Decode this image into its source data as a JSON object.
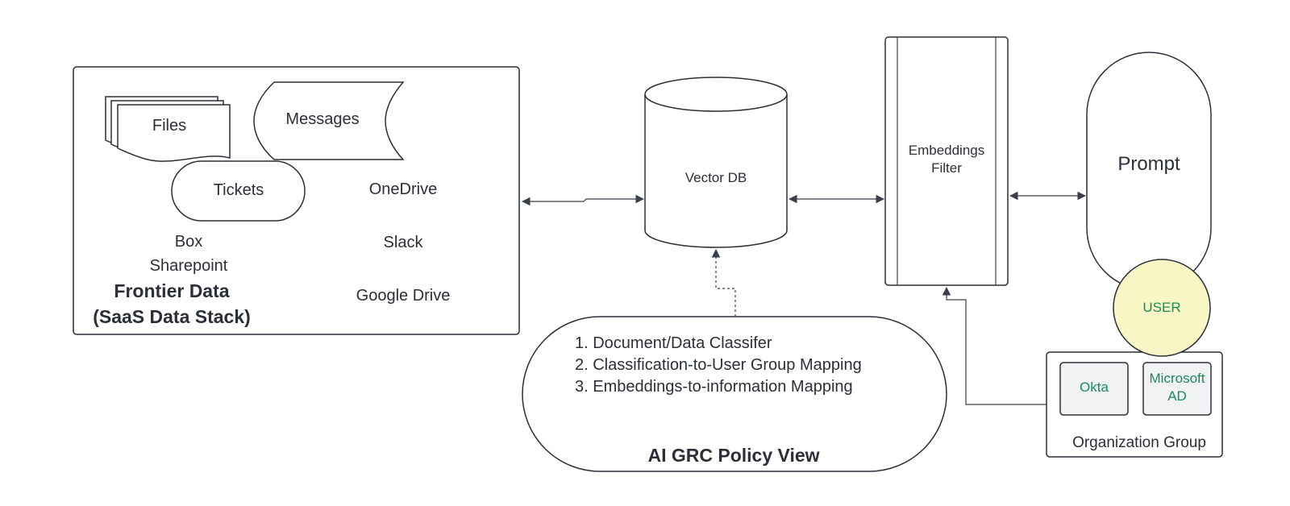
{
  "frontier": {
    "files": "Files",
    "messages": "Messages",
    "tickets": "Tickets",
    "onedrive": "OneDrive",
    "box": "Box",
    "sharepoint": "Sharepoint",
    "slack": "Slack",
    "google_drive": "Google Drive",
    "title_line1": "Frontier Data",
    "title_line2": "(SaaS Data Stack)"
  },
  "vector_db": {
    "label": "Vector DB"
  },
  "embeddings_filter": {
    "line1": "Embeddings",
    "line2": "Filter"
  },
  "prompt": {
    "label": "Prompt"
  },
  "user": {
    "label": "USER"
  },
  "org_group": {
    "label": "Organization Group",
    "okta": "Okta",
    "msad_line1": "Microsoft",
    "msad_line2": "AD"
  },
  "policy": {
    "items": [
      "1. Document/Data Classifer",
      "2. Classification-to-User Group Mapping",
      "3. Embeddings-to-information Mapping"
    ],
    "title": "AI GRC Policy View"
  },
  "colors": {
    "stroke": "#2b2f38",
    "user_fill": "#f8f6c4",
    "identity_text": "#1b8a5a",
    "idp_box_fill": "#f1f2f4"
  }
}
